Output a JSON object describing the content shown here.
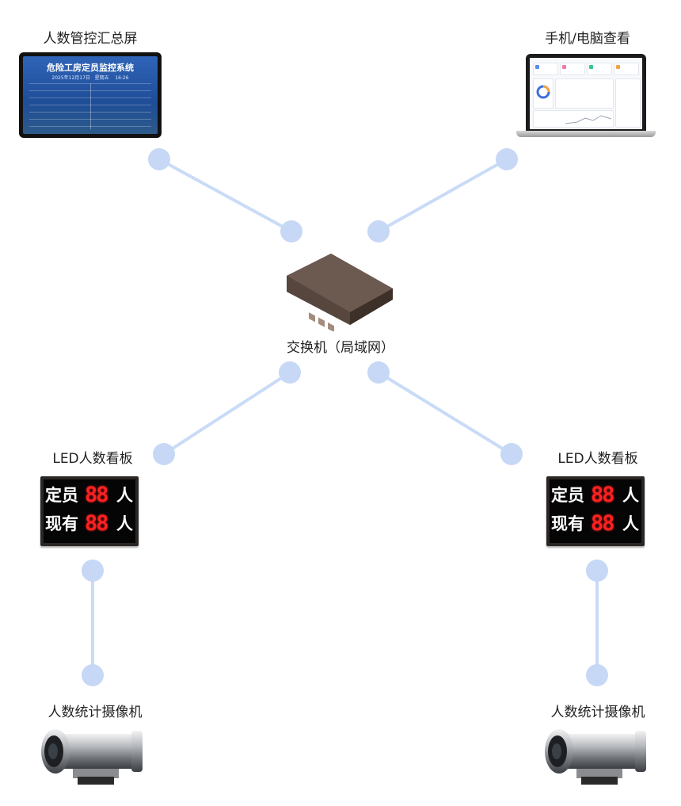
{
  "nodes": {
    "big_screen": {
      "label": "人数管控汇总屏",
      "screen_title": "危险工房定员监控系统",
      "screen_date": "2025年12月17日",
      "screen_weekday": "星期五",
      "screen_time": "16:26"
    },
    "laptop": {
      "label": "手机/电脑查看"
    },
    "switch": {
      "label": "交换机（局域网）"
    },
    "led_left": {
      "label": "LED人数看板",
      "row1_text": "定员",
      "row2_text": "现有",
      "digits": "88",
      "unit": "人"
    },
    "led_right": {
      "label": "LED人数看板",
      "row1_text": "定员",
      "row2_text": "现有",
      "digits": "88",
      "unit": "人"
    },
    "camera_left": {
      "label": "人数统计摄像机"
    },
    "camera_right": {
      "label": "人数统计摄像机"
    }
  },
  "colors": {
    "connector": "#c9dbf7",
    "connector_dot": "#c6d8f6",
    "led_digit": "#ff2020",
    "screen_blue": "#2f64b8"
  }
}
